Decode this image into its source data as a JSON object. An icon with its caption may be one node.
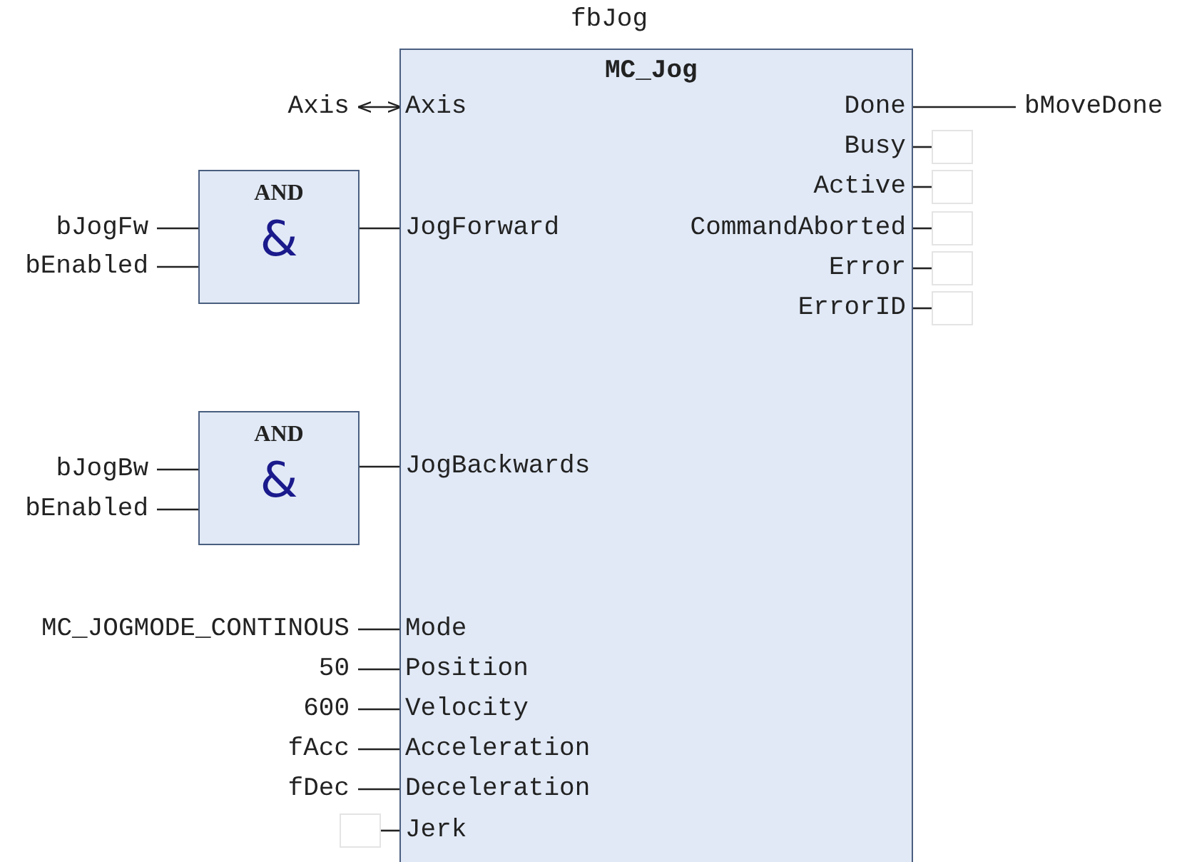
{
  "diagram": {
    "nodes": [
      {
        "text": [
          "fbJog",
          "MC_Jog"
        ]
      },
      {
        "text": [
          "Axis"
        ],
        "in": 0
      },
      {
        "text": [
          "JogForward"
        ],
        "in": 0
      },
      {
        "text": [
          "JogBackwards"
        ],
        "in": 0
      },
      {
        "text": [
          "Mode"
        ],
        "in": 0
      },
      {
        "text": [
          "Position"
        ],
        "in": 0
      },
      {
        "text": [
          "Velocity"
        ],
        "in": 0
      },
      {
        "text": [
          "Acceleration"
        ],
        "in": 0
      },
      {
        "text": [
          "Deceleration"
        ],
        "in": 0
      },
      {
        "text": [
          "Jerk"
        ],
        "in": 0
      },
      {
        "text": [
          "Done"
        ],
        "in": 0
      },
      {
        "text": [
          "Busy"
        ],
        "in": 0
      },
      {
        "text": [
          "Active"
        ],
        "in": 0
      },
      {
        "text": [
          "CommandAborted"
        ],
        "in": 0
      },
      {
        "text": [
          "Error"
        ],
        "in": 0
      },
      {
        "text": [
          "ErrorID"
        ],
        "in": 0
      },
      {
        "text": [
          "AND",
          "&"
        ]
      },
      {
        "text": [
          "AND",
          "&"
        ]
      },
      {
        "text": [
          "Axis"
        ]
      },
      {
        "text": [
          "bJogFw"
        ]
      },
      {
        "text": [
          "bEnabled"
        ]
      },
      {
        "text": [
          "bJogBw"
        ]
      },
      {
        "text": [
          "bEnabled"
        ]
      },
      {
        "text": [
          "MC_JOGMODE_CONTINOUS"
        ]
      },
      {
        "text": [
          "50"
        ]
      },
      {
        "text": [
          "600"
        ]
      },
      {
        "text": [
          "fAcc"
        ]
      },
      {
        "text": [
          "fDec"
        ]
      },
      {
        "text": [],
        "shape": "box"
      },
      {
        "text": [
          "bMoveDone"
        ]
      },
      {
        "text": [],
        "shape": "box"
      },
      {
        "text": [],
        "shape": "box"
      },
      {
        "text": [],
        "shape": "box"
      },
      {
        "text": [],
        "shape": "box"
      },
      {
        "text": [],
        "shape": "box"
      }
    ],
    "edges": [
      {
        "from": 18,
        "to": 1,
        "arrow": "both"
      },
      {
        "from": 19,
        "to": 16,
        "arrow": "none"
      },
      {
        "from": 20,
        "to": 16,
        "arrow": "none"
      },
      {
        "from": 16,
        "to": 2,
        "arrow": "none"
      },
      {
        "from": 21,
        "to": 17,
        "arrow": "none"
      },
      {
        "from": 22,
        "to": 17,
        "arrow": "none"
      },
      {
        "from": 17,
        "to": 3,
        "arrow": "none"
      },
      {
        "from": 23,
        "to": 4,
        "arrow": "none"
      },
      {
        "from": 24,
        "to": 5,
        "arrow": "none"
      },
      {
        "from": 25,
        "to": 6,
        "arrow": "none"
      },
      {
        "from": 26,
        "to": 7,
        "arrow": "none"
      },
      {
        "from": 27,
        "to": 8,
        "arrow": "none"
      },
      {
        "from": 28,
        "to": 9,
        "arrow": "none"
      },
      {
        "from": 10,
        "to": 29,
        "arrow": "none"
      },
      {
        "from": 11,
        "to": 30,
        "arrow": "none"
      },
      {
        "from": 12,
        "to": 31,
        "arrow": "none"
      },
      {
        "from": 13,
        "to": 32,
        "arrow": "none"
      },
      {
        "from": 14,
        "to": 33,
        "arrow": "none"
      },
      {
        "from": 15,
        "to": 34,
        "arrow": "none"
      }
    ]
  }
}
